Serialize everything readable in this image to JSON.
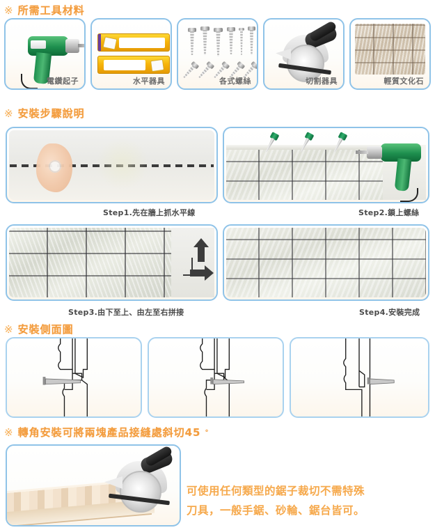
{
  "sections": {
    "tools": {
      "mark": "※",
      "title": "所需工具材料"
    },
    "steps": {
      "mark": "※",
      "title": "安裝步驟說明"
    },
    "sideview": {
      "mark": "※",
      "title": "安裝側面圖"
    },
    "corner": {
      "mark": "※",
      "title": "轉角安裝可將兩塊產品接縫處斜切45",
      "degree": "°"
    }
  },
  "tools": [
    {
      "label": "電鑽起子",
      "icon": "power-drill-icon"
    },
    {
      "label": "水平器具",
      "icon": "spirit-level-icon"
    },
    {
      "label": "各式螺絲",
      "icon": "screws-icon"
    },
    {
      "label": "切割器具",
      "icon": "circular-saw-icon"
    },
    {
      "label": "輕質文化石",
      "icon": "culture-stone-icon"
    }
  ],
  "steps": [
    {
      "caption": "Step1.先在牆上抓水平線",
      "illustration": "hand-drawing-level-line"
    },
    {
      "caption": "Step2.鎖上螺絲",
      "illustration": "drill-fastening-screws"
    },
    {
      "caption": "Step3.由下至上、由左至右拼接",
      "illustration": "stone-wall-with-arrows"
    },
    {
      "caption": "Step4.安裝完成",
      "illustration": "finished-stone-wall"
    }
  ],
  "sideviews": [
    {
      "name": "side-view-diagram-1"
    },
    {
      "name": "side-view-diagram-2"
    },
    {
      "name": "side-view-diagram-3"
    }
  ],
  "corner": {
    "photo": "circular-saw-cutting-board",
    "note_line1": "可使用任何類型的鋸子裁切不需特殊",
    "note_line2": "刀具，一般手鋸、砂輪、鋸台皆可。"
  },
  "colors": {
    "heading": "#f39c3d",
    "card_border": "#8fc3e8",
    "caption": "#4a4a4a",
    "note": "#f6a94c"
  }
}
